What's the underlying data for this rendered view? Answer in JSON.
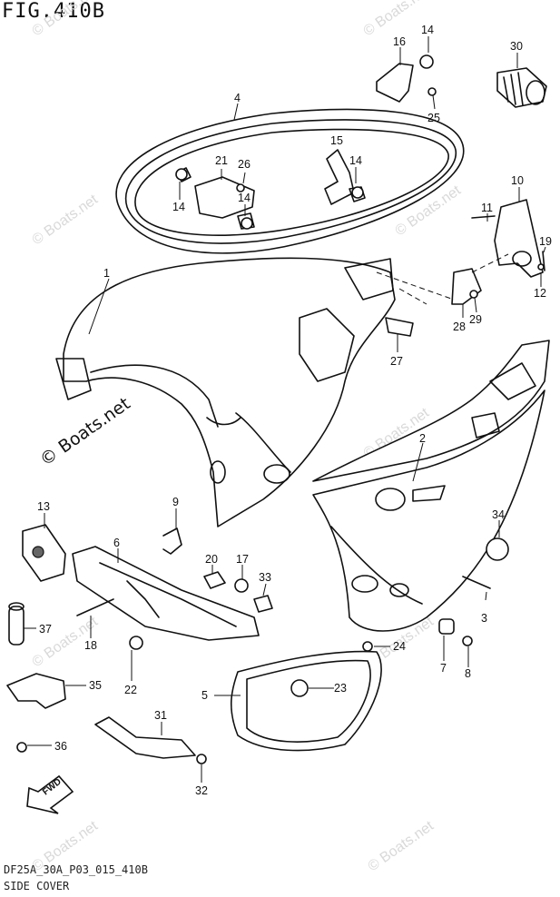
{
  "figure": {
    "title": "FIG.410B",
    "footer_code": "DF25A_30A_P03_015_410B",
    "footer_name": "SIDE COVER",
    "copyright": "© Boats.net",
    "watermark": "© Boats.net",
    "fwd_label": "FWD"
  },
  "callouts": [
    {
      "id": "c1",
      "label": "1"
    },
    {
      "id": "c2",
      "label": "2"
    },
    {
      "id": "c3",
      "label": "3"
    },
    {
      "id": "c4",
      "label": "4"
    },
    {
      "id": "c5",
      "label": "5"
    },
    {
      "id": "c6",
      "label": "6"
    },
    {
      "id": "c7",
      "label": "7"
    },
    {
      "id": "c8",
      "label": "8"
    },
    {
      "id": "c9",
      "label": "9"
    },
    {
      "id": "c10",
      "label": "10"
    },
    {
      "id": "c11",
      "label": "11"
    },
    {
      "id": "c12",
      "label": "12"
    },
    {
      "id": "c13",
      "label": "13"
    },
    {
      "id": "c14a",
      "label": "14"
    },
    {
      "id": "c14b",
      "label": "14"
    },
    {
      "id": "c14c",
      "label": "14"
    },
    {
      "id": "c14d",
      "label": "14"
    },
    {
      "id": "c15",
      "label": "15"
    },
    {
      "id": "c16",
      "label": "16"
    },
    {
      "id": "c17",
      "label": "17"
    },
    {
      "id": "c18",
      "label": "18"
    },
    {
      "id": "c19",
      "label": "19"
    },
    {
      "id": "c20",
      "label": "20"
    },
    {
      "id": "c21",
      "label": "21"
    },
    {
      "id": "c22",
      "label": "22"
    },
    {
      "id": "c23",
      "label": "23"
    },
    {
      "id": "c24",
      "label": "24"
    },
    {
      "id": "c25",
      "label": "25"
    },
    {
      "id": "c26",
      "label": "26"
    },
    {
      "id": "c27",
      "label": "27"
    },
    {
      "id": "c28",
      "label": "28"
    },
    {
      "id": "c29",
      "label": "29"
    },
    {
      "id": "c30",
      "label": "30"
    },
    {
      "id": "c31",
      "label": "31"
    },
    {
      "id": "c32",
      "label": "32"
    },
    {
      "id": "c33",
      "label": "33"
    },
    {
      "id": "c34",
      "label": "34"
    },
    {
      "id": "c35",
      "label": "35"
    },
    {
      "id": "c36",
      "label": "36"
    },
    {
      "id": "c37",
      "label": "37"
    }
  ]
}
